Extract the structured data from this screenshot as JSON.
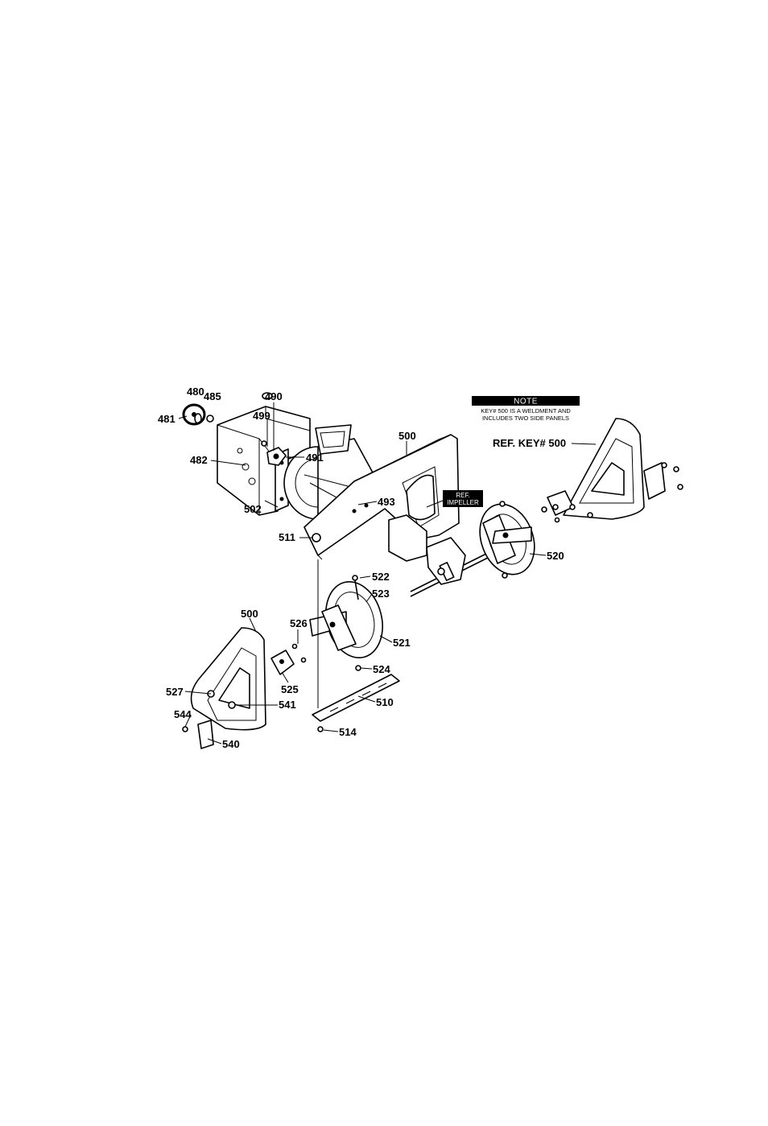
{
  "note": {
    "heading": "NOTE",
    "line1": "KEY# 500 IS A WELDMENT AND",
    "line2": "INCLUDES TWO SIDE PANELS"
  },
  "ref_key_label": "REF. KEY# 500",
  "ref_impeller": {
    "line1": "REF.",
    "line2": "IMPELLER"
  },
  "part_labels": {
    "p480": "480",
    "p485": "485",
    "p481": "481",
    "p490": "490",
    "p499": "499",
    "p491": "491",
    "p482": "482",
    "p502": "502",
    "p500_top": "500",
    "p493": "493",
    "p511": "511",
    "p520": "520",
    "p522": "522",
    "p523": "523",
    "p500_left": "500",
    "p526": "526",
    "p521": "521",
    "p524": "524",
    "p525": "525",
    "p527": "527",
    "p541": "541",
    "p510": "510",
    "p544": "544",
    "p514": "514",
    "p540": "540"
  }
}
